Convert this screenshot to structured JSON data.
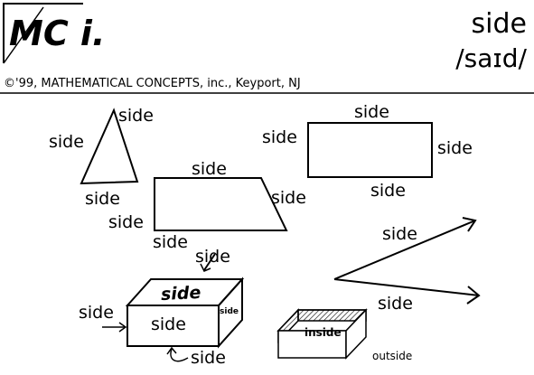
{
  "header": {
    "logo_text": "MC i.",
    "word": "side",
    "pronunciation": "/saɪd/",
    "copyright": "©'99, MATHEMATICAL CONCEPTS, inc., Keyport, NJ"
  },
  "labels": {
    "side": "side",
    "inside": "inside",
    "outside": "outside"
  }
}
